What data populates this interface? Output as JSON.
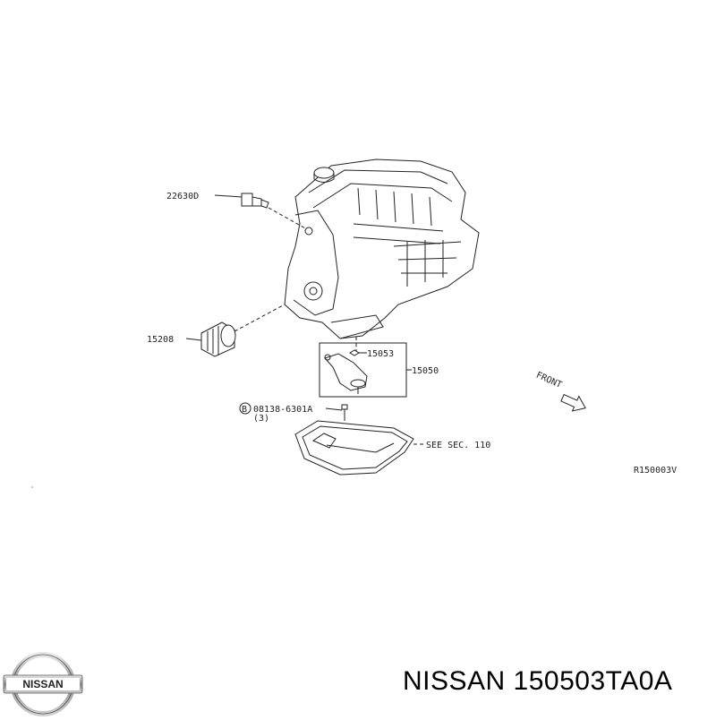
{
  "labels": {
    "sensor": "22630D",
    "filter": "15208",
    "gasket": "15053",
    "strainer": "15050",
    "bolt": "08138-6301A",
    "bolt_qty": "(3)",
    "bolt_marker": "B",
    "see_section": "SEE SEC. 110",
    "front": "FRONT",
    "diagram_code": "R150003V"
  },
  "logo": {
    "text": "NISSAN"
  },
  "caption": "NISSAN 150503TA0A"
}
